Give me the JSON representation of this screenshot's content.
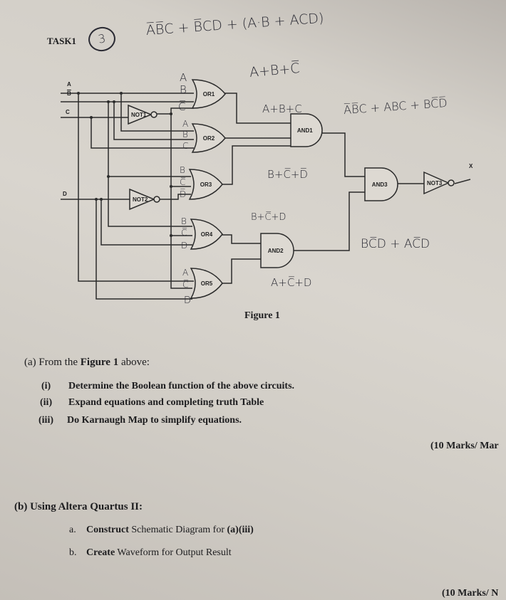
{
  "header": {
    "task_label": "TASK1",
    "circled_number": "3",
    "handwritten_equation": "A̅B̅C + B̅CD + (A·B + ACD)"
  },
  "figure": {
    "caption": "Figure 1",
    "inputs": [
      "A",
      "B",
      "C",
      "D"
    ],
    "output": "X",
    "gates": {
      "or1": "OR1",
      "or2": "OR2",
      "or3": "OR3",
      "or4": "OR4",
      "or5": "OR5",
      "and1": "AND1",
      "and2": "AND2",
      "and3": "AND3",
      "not1": "NOT1",
      "not2": "NOT2",
      "not3": "NOT3"
    },
    "handwritten": {
      "or1_inputs": [
        "A",
        "B",
        "C̅"
      ],
      "or1_out": "A+B+C̅",
      "or2_inputs": [
        "A",
        "B",
        "C"
      ],
      "or2_out": "A+B+C",
      "and1_out": "A̅B̅C + ABC + BC̅D̅",
      "or3_inputs": [
        "B",
        "C̅",
        "D̅"
      ],
      "or3_out": "B+C̅+D̅",
      "or4_inputs": [
        "B",
        "C̅",
        "D"
      ],
      "or4_out": "B+C̅+D",
      "and2_out": "BC̅D + AC̅D",
      "or5_inputs": [
        "A",
        "C̅",
        "D"
      ],
      "or5_out": "A+C̅+D"
    }
  },
  "part_a": {
    "intro_prefix": "(a) From the ",
    "intro_bold": "Figure 1",
    "intro_suffix": " above:",
    "items": [
      {
        "num": "(i)",
        "text": "Determine the Boolean function of the above circuits."
      },
      {
        "num": "(ii)",
        "text": "Expand equations and completing truth Table"
      },
      {
        "num": "(iii)",
        "text": "Do Karnaugh Map to simplify equations."
      }
    ],
    "marks": "(10 Marks/ Mar"
  },
  "part_b": {
    "intro": "(b) Using Altera Quartus II:",
    "items": [
      {
        "num": "a.",
        "bold": "Construct",
        "text": " Schematic Diagram for ",
        "bold2": "(a)(iii)"
      },
      {
        "num": "b.",
        "bold": "Create",
        "text": " Waveform for Output Result",
        "bold2": ""
      }
    ],
    "marks": "(10 Marks/ N"
  }
}
